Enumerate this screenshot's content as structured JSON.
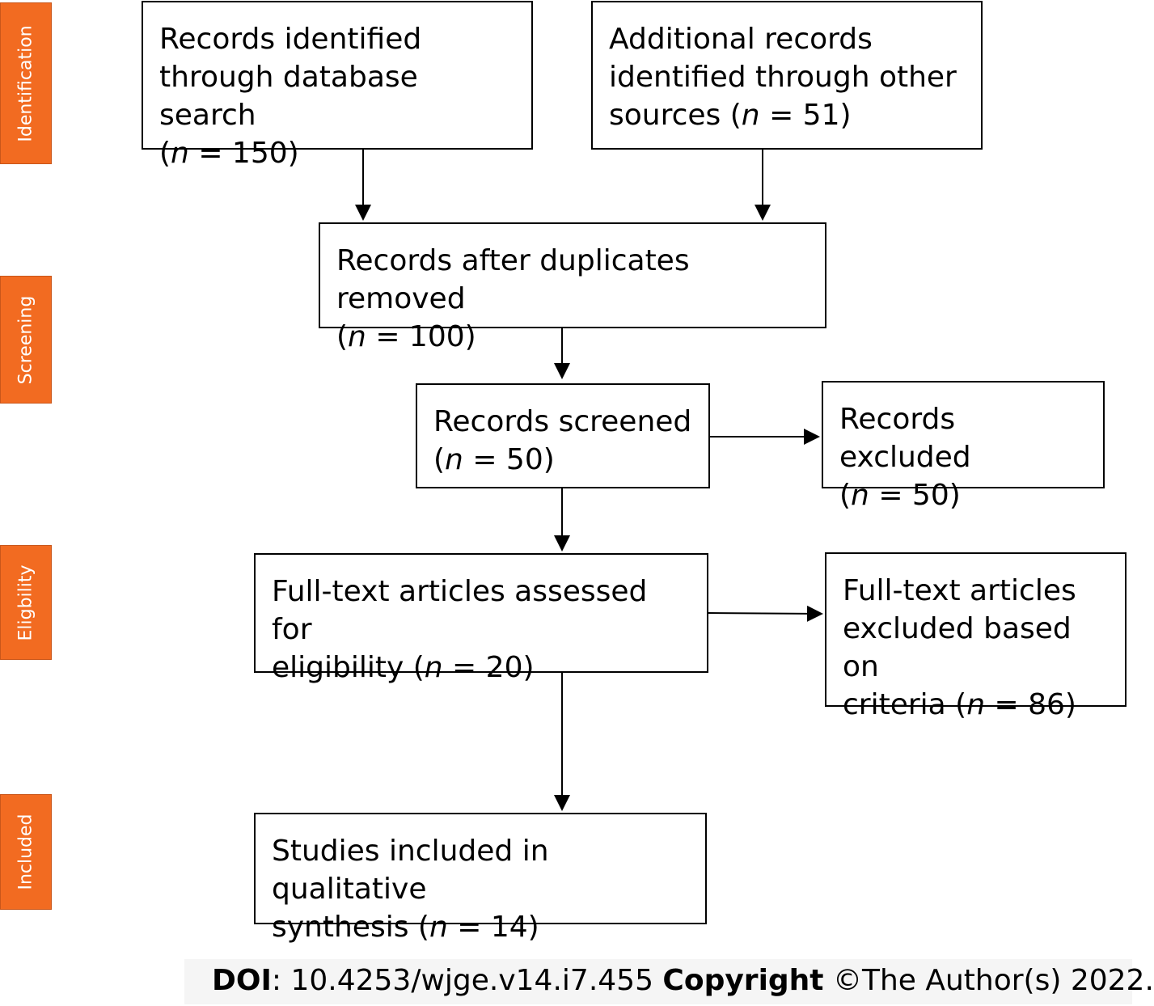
{
  "stages": {
    "identification": "Identification",
    "screening": "Screening",
    "eligibility": "Eligbility",
    "included": "Included"
  },
  "boxes": {
    "db_search": {
      "line1": "Records identified",
      "line2": "through database search",
      "prefix": "(",
      "n": "n",
      "suffix": " = 150)"
    },
    "other_sources": {
      "line1": "Additional records",
      "line2": "identified through other",
      "prefix": "sources (",
      "n": "n",
      "suffix": " = 51)"
    },
    "after_duplicates": {
      "line1": "Records after duplicates removed",
      "prefix": "(",
      "n": "n",
      "suffix": " = 100)"
    },
    "screened": {
      "line1": "Records screened",
      "prefix": "(",
      "n": "n",
      "suffix": " = 50)"
    },
    "excluded": {
      "line1": "Records excluded",
      "prefix": "(",
      "n": "n",
      "suffix": " = 50)"
    },
    "fulltext_assessed": {
      "line1": "Full-text articles assessed for",
      "prefix": "eligibility (",
      "n": "n",
      "suffix": " = 20)"
    },
    "fulltext_excluded": {
      "line1": "Full-text articles",
      "line2": "excluded based on",
      "prefix": "criteria (",
      "n": "n",
      "suffix": " = 86)"
    },
    "included_studies": {
      "line1": "Studies included in qualitative",
      "prefix": "synthesis (",
      "n": "n",
      "suffix": " = 14)"
    }
  },
  "footer": {
    "doi_label": "DOI",
    "doi_value": ": 10.4253/wjge.v14.i7.455 ",
    "copyright_label": "Copyright",
    "copyright_value": " ©The Author(s) 2022."
  },
  "colors": {
    "stage_fill": "#F26B21",
    "stage_text": "#FFFFFF",
    "line": "#000000"
  }
}
